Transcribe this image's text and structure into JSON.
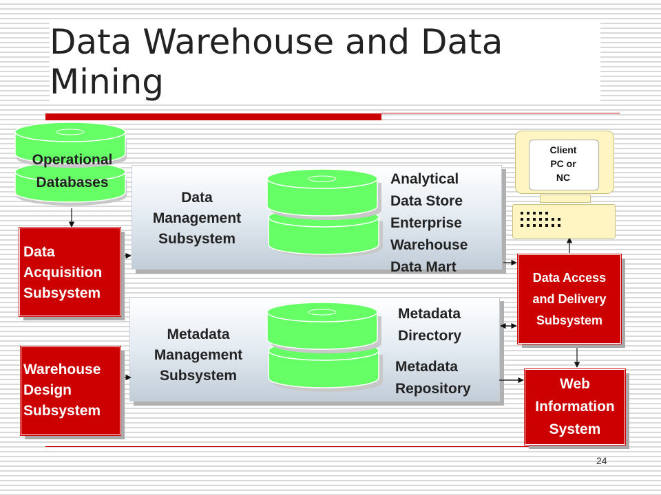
{
  "slide": {
    "title": "Data Warehouse and Data Mining",
    "page_number": "24"
  },
  "colors": {
    "accent_red": "#cc0000",
    "db_green": "#66ff66",
    "db_shadow": "#c8c8c8",
    "monitor_fill": "#fff5c2"
  },
  "operational_db": {
    "label": "Operational\nDatabases"
  },
  "data_acquisition": {
    "label": "Data\nAcquisition\nSubsystem"
  },
  "warehouse_design": {
    "label": "Warehouse\nDesign\nSubsystem"
  },
  "data_management": {
    "label": "Data\nManagement\nSubsystem",
    "store_label": "Analytical\nData Store\nEnterprise\nWarehouse\nData Mart"
  },
  "metadata_management": {
    "label": "Metadata\nManagement\nSubsystem",
    "directory_label": "Metadata\nDirectory",
    "repository_label": "Metadata\nRepository"
  },
  "client": {
    "label": "Client\nPC or\nNC"
  },
  "data_access": {
    "label": "Data Access\nand Delivery\nSubsystem"
  },
  "web_info": {
    "label": "Web\nInformation\nSystem"
  }
}
